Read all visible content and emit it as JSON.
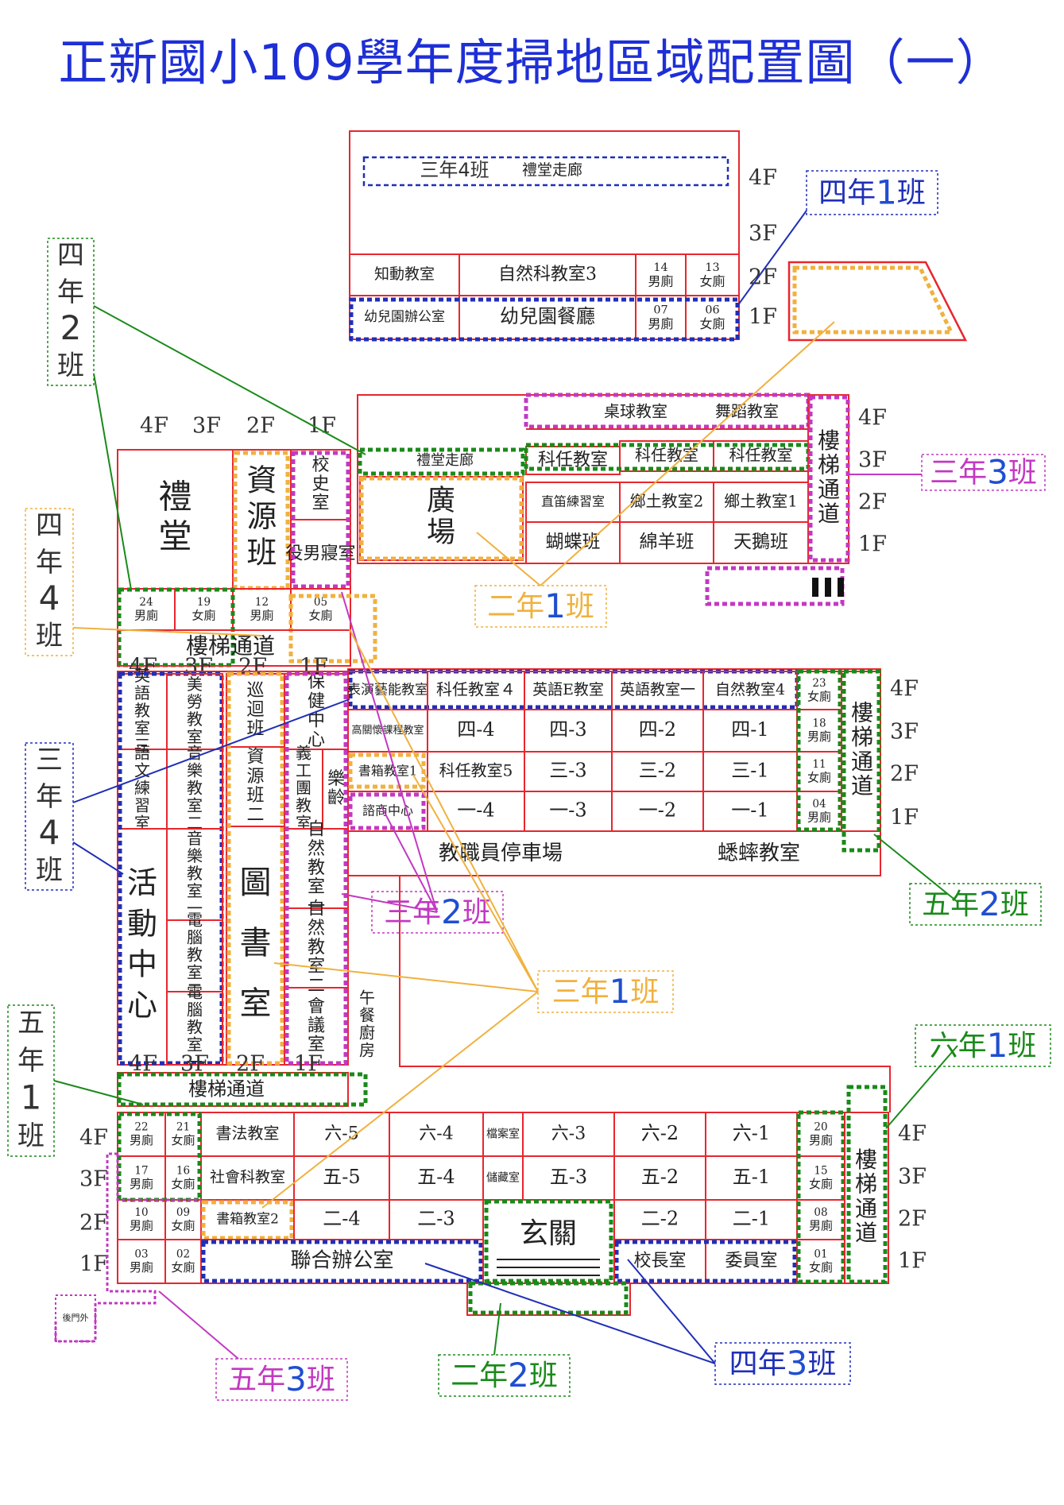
{
  "title": "正新國小109學年度掃地區域配置圖（一）",
  "colors": {
    "border": "#e8262e",
    "title": "#1e2fd6",
    "blue": "#1f2fb8",
    "green": "#1a8a1a",
    "orange": "#f0b13e",
    "purple": "#c239c2",
    "num": "#1f4ed0"
  },
  "building_top": {
    "rooms": [
      {
        "id": "knowledge",
        "label": "知動教室"
      },
      {
        "id": "sci3",
        "label": "自然科教室3"
      },
      {
        "id": "wc14",
        "label": "14\n男廁"
      },
      {
        "id": "wc13",
        "label": "13\n女廁"
      },
      {
        "id": "kg-office",
        "label": "幼兒園辦公室"
      },
      {
        "id": "kg-dining",
        "label": "幼兒園餐廳"
      },
      {
        "id": "wc07",
        "label": "07\n男廁"
      },
      {
        "id": "wc06",
        "label": "06\n女廁"
      },
      {
        "id": "hall-corridor-4f",
        "label": "禮堂走廊"
      }
    ],
    "class_label": "三年4班",
    "floors": [
      "4F",
      "3F",
      "2F",
      "1F"
    ]
  },
  "building_mid": {
    "rooms": [
      {
        "id": "pingpong",
        "label": "桌球教室"
      },
      {
        "id": "dance",
        "label": "舞蹈教室"
      },
      {
        "id": "subj-a",
        "label": "科任教室"
      },
      {
        "id": "subj-b",
        "label": "科任教室"
      },
      {
        "id": "subj-c",
        "label": "科任教室"
      },
      {
        "id": "recorder",
        "label": "直笛練習室"
      },
      {
        "id": "local2",
        "label": "鄉土教室2"
      },
      {
        "id": "local1",
        "label": "鄉土教室1"
      },
      {
        "id": "butterfly",
        "label": "蝴蝶班"
      },
      {
        "id": "sheep",
        "label": "綿羊班"
      },
      {
        "id": "swan",
        "label": "天鵝班"
      },
      {
        "id": "stairs-mid",
        "label": "樓梯通道"
      },
      {
        "id": "hall-corridor",
        "label": "禮堂走廊"
      },
      {
        "id": "plaza",
        "label": "廣場"
      }
    ],
    "floors": [
      "4F",
      "3F",
      "2F",
      "1F"
    ]
  },
  "building_left": {
    "col_floors": [
      "4F",
      "3F",
      "2F",
      "1F"
    ],
    "rooms": [
      {
        "id": "auditorium",
        "label": "禮堂"
      },
      {
        "id": "resource",
        "label": "資源班"
      },
      {
        "id": "history",
        "label": "校史室"
      },
      {
        "id": "dorm",
        "label": "役男寢室"
      },
      {
        "id": "wc24",
        "label": "24\n男廁"
      },
      {
        "id": "wc19",
        "label": "19\n女廁"
      },
      {
        "id": "wc12",
        "label": "12\n男廁"
      },
      {
        "id": "wc05",
        "label": "05\n女廁"
      },
      {
        "id": "stairs-left-top",
        "label": "樓梯通道"
      },
      {
        "id": "english3",
        "label": "英語教室三"
      },
      {
        "id": "art",
        "label": "美勞教室"
      },
      {
        "id": "patrol",
        "label": "巡迴班"
      },
      {
        "id": "health",
        "label": "保健中心"
      },
      {
        "id": "lang",
        "label": "語文練習室"
      },
      {
        "id": "music2",
        "label": "音樂教室二"
      },
      {
        "id": "resource2",
        "label": "資源班二"
      },
      {
        "id": "volunteer",
        "label": "義工團教室"
      },
      {
        "id": "elder",
        "label": "樂齡"
      },
      {
        "id": "activity",
        "label": "活動中心"
      },
      {
        "id": "music1",
        "label": "音樂教室一"
      },
      {
        "id": "library",
        "label": "圖書室"
      },
      {
        "id": "science1",
        "label": "自然教室一"
      },
      {
        "id": "computer2",
        "label": "電腦教室二"
      },
      {
        "id": "science2",
        "label": "自然教室二"
      },
      {
        "id": "computer1",
        "label": "電腦教室一"
      },
      {
        "id": "meeting",
        "label": "會議室"
      },
      {
        "id": "kitchen",
        "label": "午餐廚房"
      },
      {
        "id": "stairs-left-bottom",
        "label": "樓梯通道"
      }
    ]
  },
  "building_right": {
    "rooms": [
      {
        "id": "perf",
        "label": "表演藝能教室"
      },
      {
        "id": "subj4",
        "label": "科任教室４"
      },
      {
        "id": "engE",
        "label": "英語E教室"
      },
      {
        "id": "eng1",
        "label": "英語教室一"
      },
      {
        "id": "sci4",
        "label": "自然教室4"
      },
      {
        "id": "hr-elder",
        "label": "高關懷課程教室"
      },
      {
        "id": "c4-4",
        "label": "四-4"
      },
      {
        "id": "c4-3",
        "label": "四-3"
      },
      {
        "id": "c4-2",
        "label": "四-2"
      },
      {
        "id": "c4-1",
        "label": "四-1"
      },
      {
        "id": "box1",
        "label": "書箱教室1"
      },
      {
        "id": "subj5",
        "label": "科任教室5"
      },
      {
        "id": "c3-3",
        "label": "三-3"
      },
      {
        "id": "c3-2",
        "label": "三-2"
      },
      {
        "id": "c3-1",
        "label": "三-1"
      },
      {
        "id": "counsel",
        "label": "諮商中心"
      },
      {
        "id": "c1-4",
        "label": "一-4"
      },
      {
        "id": "c1-3",
        "label": "一-3"
      },
      {
        "id": "c1-2",
        "label": "一-2"
      },
      {
        "id": "c1-1",
        "label": "一-1"
      },
      {
        "id": "parking",
        "label": "教職員停車場"
      },
      {
        "id": "cricket",
        "label": "蟋蟀教室"
      },
      {
        "id": "wc23",
        "label": "23\n女廁"
      },
      {
        "id": "wc18",
        "label": "18\n男廁"
      },
      {
        "id": "wc11",
        "label": "11\n女廁"
      },
      {
        "id": "wc04",
        "label": "04\n男廁"
      },
      {
        "id": "stairs-right",
        "label": "樓梯通道"
      }
    ],
    "floors": [
      "4F",
      "3F",
      "2F",
      "1F"
    ]
  },
  "building_bottom": {
    "floors_left": [
      "4F",
      "3F",
      "2F",
      "1F"
    ],
    "floors_right": [
      "4F",
      "3F",
      "2F",
      "1F"
    ],
    "rooms": [
      {
        "id": "wc22",
        "label": "22\n男廁"
      },
      {
        "id": "wc21",
        "label": "21\n女廁"
      },
      {
        "id": "calligraphy",
        "label": "書法教室"
      },
      {
        "id": "c6-5",
        "label": "六-5"
      },
      {
        "id": "c6-4",
        "label": "六-4"
      },
      {
        "id": "archive",
        "label": "檔案室"
      },
      {
        "id": "c6-3",
        "label": "六-3"
      },
      {
        "id": "c6-2",
        "label": "六-2"
      },
      {
        "id": "c6-1",
        "label": "六-1"
      },
      {
        "id": "wc17",
        "label": "17\n男廁"
      },
      {
        "id": "wc16",
        "label": "16\n女廁"
      },
      {
        "id": "social",
        "label": "社會科教室"
      },
      {
        "id": "c5-5",
        "label": "五-5"
      },
      {
        "id": "c5-4",
        "label": "五-4"
      },
      {
        "id": "storage",
        "label": "儲藏室"
      },
      {
        "id": "c5-3",
        "label": "五-3"
      },
      {
        "id": "c5-2",
        "label": "五-2"
      },
      {
        "id": "c5-1",
        "label": "五-1"
      },
      {
        "id": "wc10",
        "label": "10\n男廁"
      },
      {
        "id": "wc09",
        "label": "09\n女廁"
      },
      {
        "id": "box2",
        "label": "書箱教室2"
      },
      {
        "id": "c2-4",
        "label": "二-4"
      },
      {
        "id": "c2-3",
        "label": "二-3"
      },
      {
        "id": "c2-2",
        "label": "二-2"
      },
      {
        "id": "c2-1",
        "label": "二-1"
      },
      {
        "id": "wc03",
        "label": "03\n男廁"
      },
      {
        "id": "wc02",
        "label": "02\n女廁"
      },
      {
        "id": "joint-office",
        "label": "聯合辦公室"
      },
      {
        "id": "principal",
        "label": "校長室"
      },
      {
        "id": "committee",
        "label": "委員室"
      },
      {
        "id": "entrance",
        "label": "玄關"
      },
      {
        "id": "wc20",
        "label": "20\n男廁"
      },
      {
        "id": "wc15",
        "label": "15\n女廁"
      },
      {
        "id": "wc08",
        "label": "08\n男廁"
      },
      {
        "id": "wc01",
        "label": "01\n女廁"
      },
      {
        "id": "stairs-bottom",
        "label": "樓梯通道"
      },
      {
        "id": "back-gate",
        "label": "後門外"
      }
    ]
  },
  "class_labels": [
    {
      "id": "g4c1",
      "text": "四年1班"
    },
    {
      "id": "g4c2",
      "text": "四年2班"
    },
    {
      "id": "g4c4",
      "text": "四年4班"
    },
    {
      "id": "g3c3",
      "text": "三年3班"
    },
    {
      "id": "g2c1",
      "text": "二年1班"
    },
    {
      "id": "g3c4",
      "text": "三年4班"
    },
    {
      "id": "g3c2",
      "text": "三年2班"
    },
    {
      "id": "g5c2",
      "text": "五年2班"
    },
    {
      "id": "g3c1",
      "text": "三年1班"
    },
    {
      "id": "g6c1",
      "text": "六年1班"
    },
    {
      "id": "g5c1",
      "text": "五年1班"
    },
    {
      "id": "g5c3",
      "text": "五年3班"
    },
    {
      "id": "g2c2",
      "text": "二年2班"
    },
    {
      "id": "g4c3",
      "text": "四年3班"
    }
  ]
}
